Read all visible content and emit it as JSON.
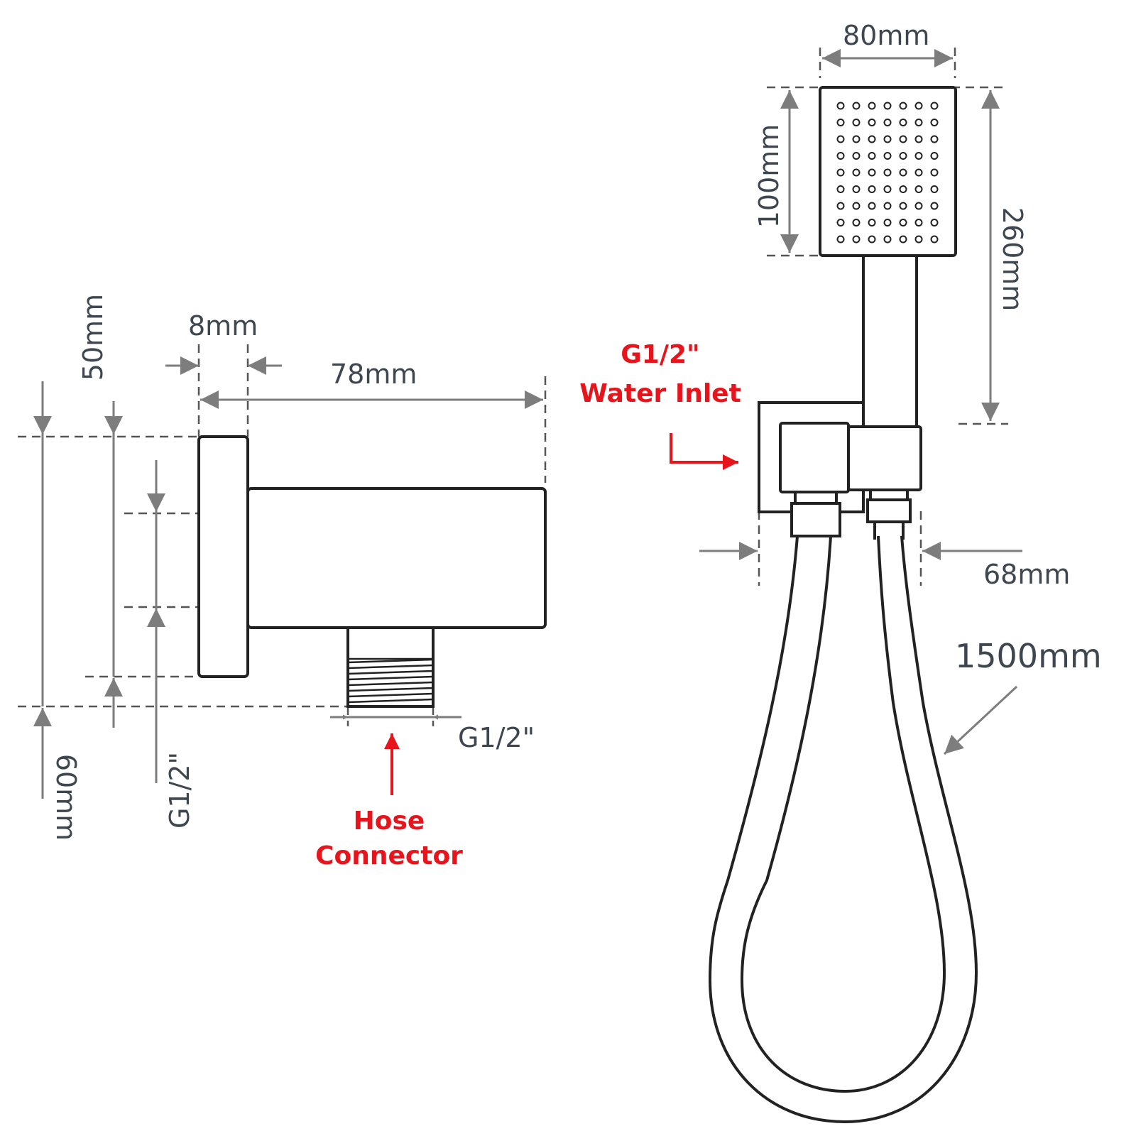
{
  "wall_connector": {
    "dim_flange_thickness": "8mm",
    "dim_body_length": "78mm",
    "dim_body_height": "50mm",
    "dim_total_height": "60mm",
    "dim_inlet_thread": "G1/2\"",
    "dim_outlet_thread": "G1/2\"",
    "callout_line1": "Hose",
    "callout_line2": "Connector"
  },
  "hand_shower": {
    "dim_head_width": "80mm",
    "dim_head_height": "100mm",
    "dim_total_length": "260mm",
    "dim_bracket_width": "68mm",
    "dim_hose_length": "1500mm",
    "callout_line1": "G1/2\"",
    "callout_line2": "Water Inlet"
  },
  "colors": {
    "callout": "#e8141b",
    "dimension": "#7d7d7d",
    "outline": "#222222"
  }
}
